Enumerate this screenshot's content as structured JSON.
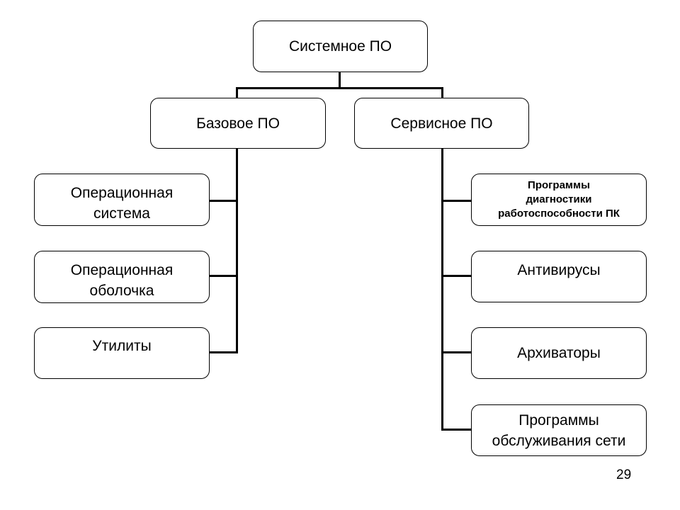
{
  "diagram": {
    "root": {
      "label": "Системное ПО"
    },
    "branches": [
      {
        "label": "Базовое ПО",
        "children": [
          {
            "label": "Операционная\nсистема"
          },
          {
            "label": "Операционная\nоболочка"
          },
          {
            "label": "Утилиты"
          }
        ]
      },
      {
        "label": "Сервисное ПО",
        "children": [
          {
            "label": "Программы\nдиагностики\nработоспособности ПК"
          },
          {
            "label": "Антивирусы"
          },
          {
            "label": "Архиваторы"
          },
          {
            "label": "Программы\nобслуживания сети"
          }
        ]
      }
    ]
  },
  "page": {
    "number": "29"
  }
}
